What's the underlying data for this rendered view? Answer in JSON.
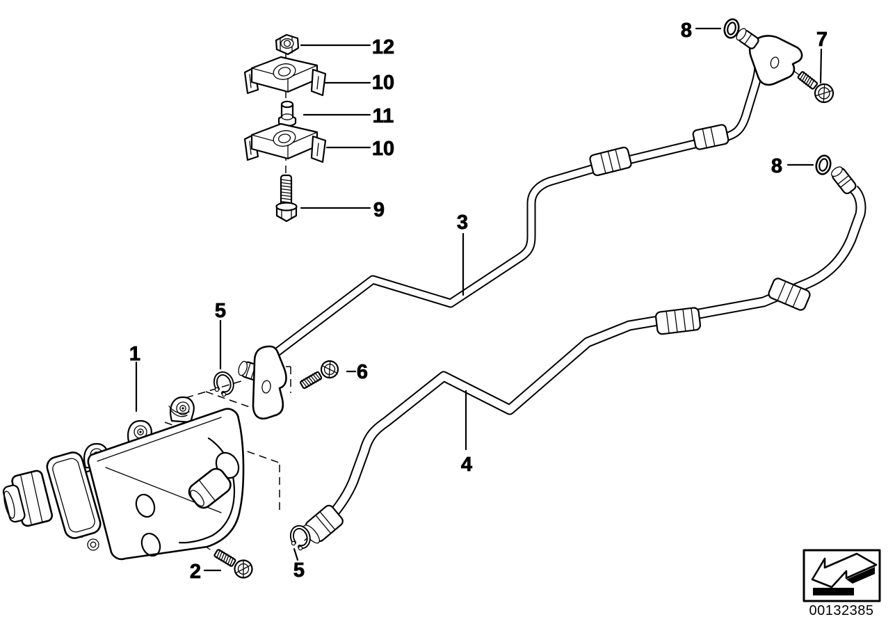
{
  "diagram": {
    "background_color": "#ffffff",
    "line_color": "#000000",
    "callouts": [
      {
        "id": "1",
        "label": "1"
      },
      {
        "id": "2",
        "label": "2"
      },
      {
        "id": "3",
        "label": "3"
      },
      {
        "id": "4",
        "label": "4"
      },
      {
        "id": "5a",
        "label": "5"
      },
      {
        "id": "5b",
        "label": "5"
      },
      {
        "id": "6",
        "label": "6"
      },
      {
        "id": "7",
        "label": "7"
      },
      {
        "id": "8a",
        "label": "8"
      },
      {
        "id": "8b",
        "label": "8"
      },
      {
        "id": "9",
        "label": "9"
      },
      {
        "id": "10a",
        "label": "10"
      },
      {
        "id": "10b",
        "label": "10"
      },
      {
        "id": "11",
        "label": "11"
      },
      {
        "id": "12",
        "label": "12"
      }
    ],
    "footer": {
      "part_number": "00132385"
    },
    "icons": {
      "nav_arrow": "3d-arrow-pointing-lower-left"
    }
  }
}
